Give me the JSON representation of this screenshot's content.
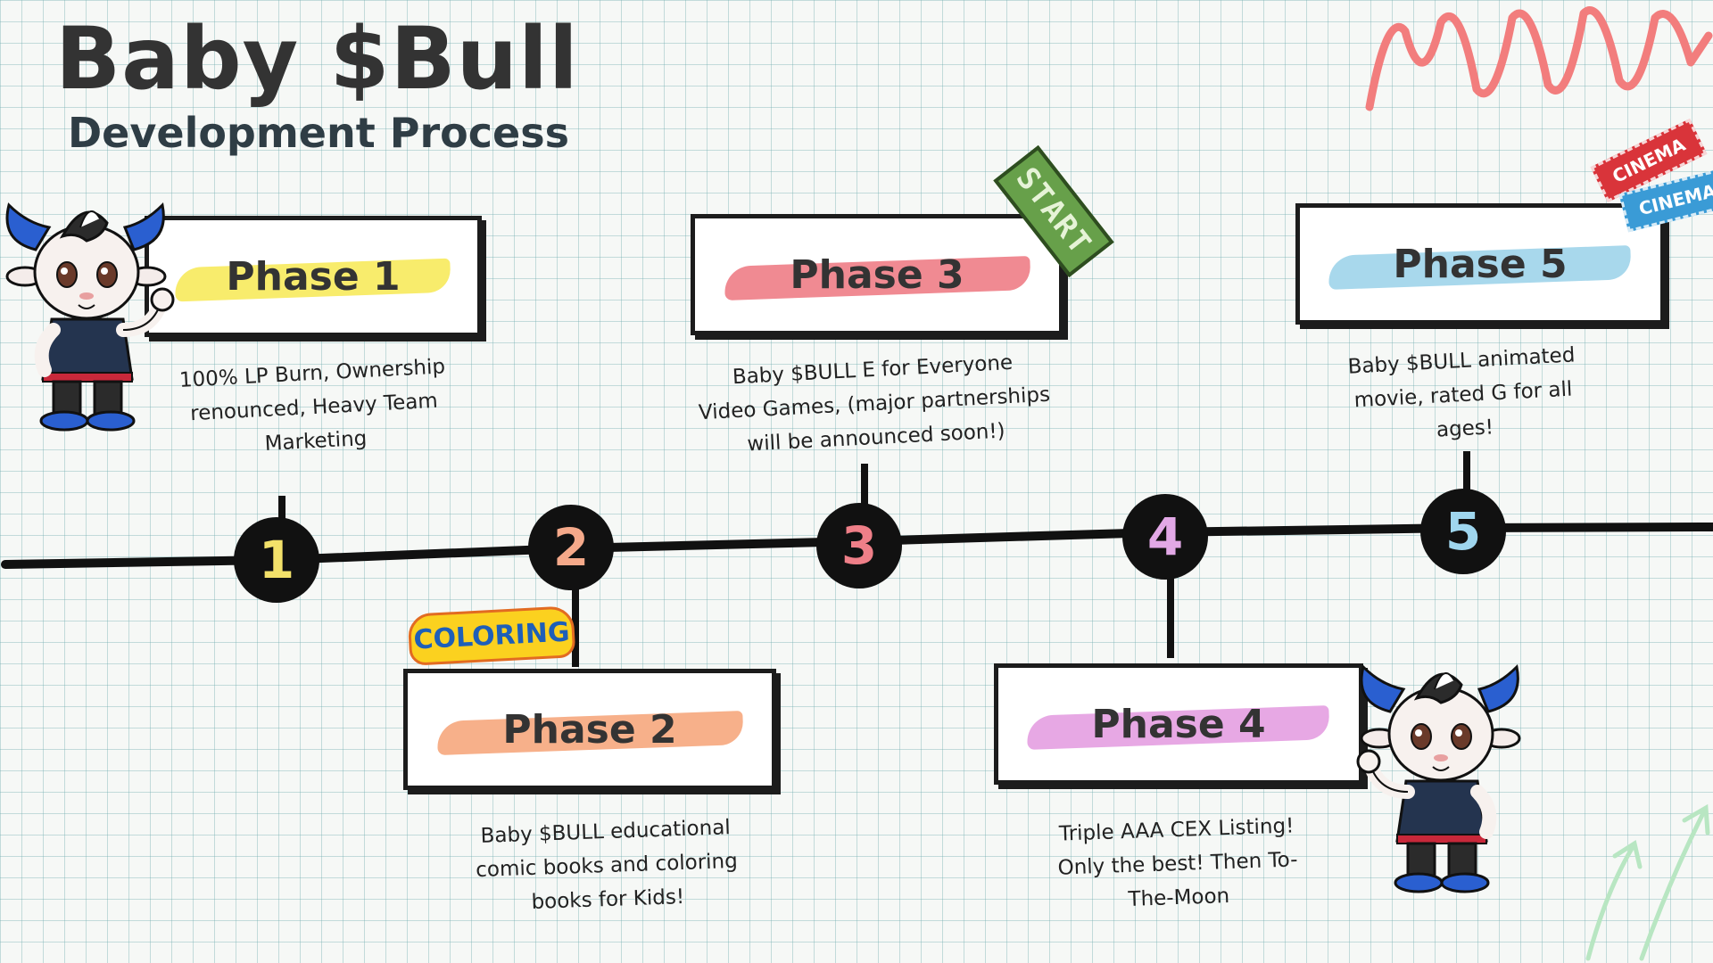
{
  "header": {
    "title": "Baby $Bull",
    "subtitle": "Development Process"
  },
  "phases": [
    {
      "label": "Phase 1",
      "number": "1",
      "description_lines": [
        "100% LP Burn, Ownership",
        "renounced, Heavy Team",
        "Marketing"
      ],
      "highlight_color": "#f8ec6c",
      "number_color": "#f3e16a"
    },
    {
      "label": "Phase 2",
      "number": "2",
      "description_lines": [
        "Baby $BULL educational",
        "comic books and coloring",
        "books for Kids!"
      ],
      "highlight_color": "#f7b08a",
      "number_color": "#f5a98a"
    },
    {
      "label": "Phase 3",
      "number": "3",
      "description_lines": [
        "Baby $BULL E for Everyone",
        "Video Games, (major partnerships",
        "will be announced soon!)"
      ],
      "highlight_color": "#f08a92",
      "number_color": "#ef7f88"
    },
    {
      "label": "Phase 4",
      "number": "4",
      "description_lines": [
        "Triple AAA CEX Listing!",
        "Only the best! Then To-",
        "The-Moon"
      ],
      "highlight_color": "#e7a8e4",
      "number_color": "#e2a8e6"
    },
    {
      "label": "Phase 5",
      "number": "5",
      "description_lines": [
        "Baby $BULL animated",
        "movie, rated G for all",
        "ages!"
      ],
      "highlight_color": "#a8d8ec",
      "number_color": "#9fd6ee"
    }
  ],
  "stickers": {
    "start": "START",
    "coloring": "COLORING",
    "cinema": "CINEMA"
  },
  "icons": {
    "mascot": "bull-mascot-icon",
    "zigzag": "zigzag-doodle-icon",
    "arrows": "arrow-doodle-icon"
  },
  "colors": {
    "zigzag": "#f27d7d",
    "arrows": "#b8e6c2",
    "horn": "#2a5fd0",
    "shirt": "#24344f"
  }
}
